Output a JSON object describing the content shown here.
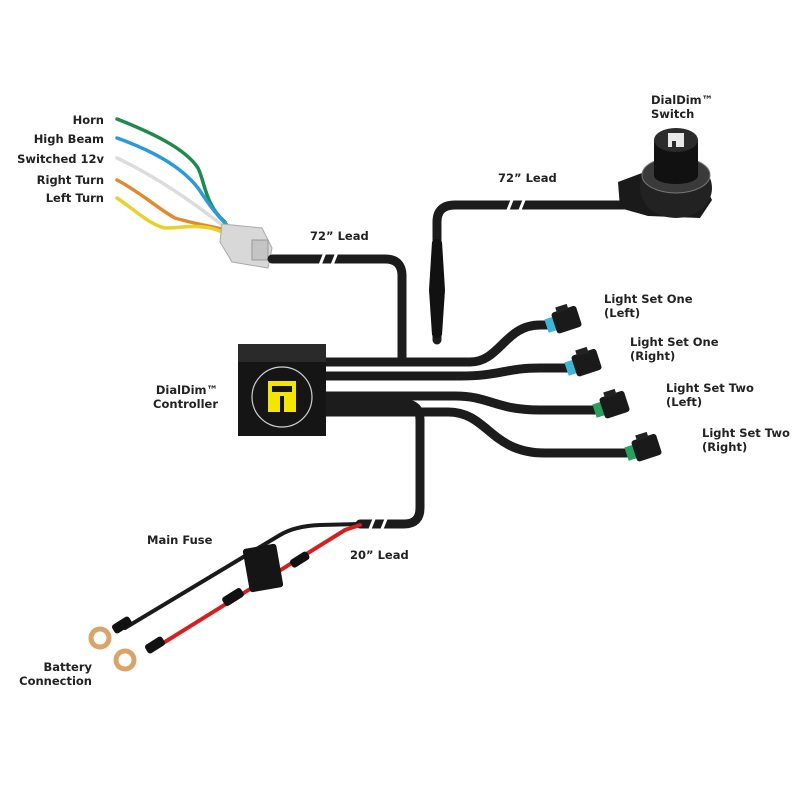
{
  "title": "DialDim Wiring Diagram",
  "colors": {
    "cable": "#1c1c1c",
    "horn": "#1f8a4c",
    "high_beam": "#2a9bd6",
    "switched_12v": "#e8e8e8",
    "right_turn": "#e08a2c",
    "left_turn": "#e6d22a",
    "positive": "#d42020",
    "controller_logo": "#f2e600",
    "ring_terminal": "#d9a36a"
  },
  "input_wires": [
    {
      "label": "Horn",
      "color": "#1f8a4c"
    },
    {
      "label": "High Beam",
      "color": "#2a9bd6"
    },
    {
      "label": "Switched 12v",
      "color": "#e8e8e8"
    },
    {
      "label": "Right Turn",
      "color": "#e08a2c"
    },
    {
      "label": "Left Turn",
      "color": "#e6d22a"
    }
  ],
  "leads": {
    "input_lead": "72” Lead",
    "switch_lead": "72” Lead",
    "power_lead": "20” Lead"
  },
  "switch": {
    "line1": "DialDim™",
    "line2": "Switch"
  },
  "controller": {
    "line1": "DialDim™",
    "line2": "Controller"
  },
  "outputs": [
    {
      "line1": "Light Set One",
      "line2": "(Left)",
      "tip_color": "#3fb6d8"
    },
    {
      "line1": "Light Set One",
      "line2": "(Right)",
      "tip_color": "#3fb6d8"
    },
    {
      "line1": "Light Set Two",
      "line2": "(Left)",
      "tip_color": "#2aa060"
    },
    {
      "line1": "Light Set Two",
      "line2": "(Right)",
      "tip_color": "#2aa060"
    }
  ],
  "fuse": {
    "label": "Main Fuse"
  },
  "battery": {
    "line1": "Battery",
    "line2": "Connection"
  }
}
